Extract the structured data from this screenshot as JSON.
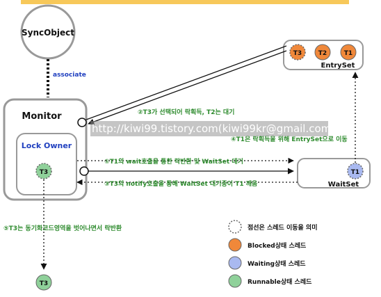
{
  "nodes": {
    "sync_object": "SyncObject",
    "monitor": "Monitor",
    "lock_owner": "Lock Owner",
    "owner_thread": "T3",
    "entry_set": "EntrySet",
    "wait_set": "WaitSet",
    "entry_threads": [
      "T3",
      "T2",
      "T1"
    ],
    "wait_thread": "T1",
    "released_thread": "T3"
  },
  "edges": {
    "associate": "associate",
    "step2": "②T3가 선택되어 락획득, T2는 대기",
    "step1": "①T1의 wait호출을 통한 락반환 및 WaitSet 대기",
    "step3": "③T3의 notify호출을 통해 WaitSet 대기중이 T1 깨움",
    "step4": "④T1은 락획득을 위해 EntrySet으로 이동",
    "step5": "⑤T3는 동기화코드영역을 벗어나면서 락반환"
  },
  "legend": [
    {
      "label": "점선은 스레드 이동을 의미",
      "color": "#ffffff",
      "dashed": true
    },
    {
      "label": "Blocked상태 스레드",
      "color": "#f0883a",
      "dashed": false
    },
    {
      "label": "Waiting상태 스레드",
      "color": "#a9b9f0",
      "dashed": false
    },
    {
      "label": "Runnable상태 스레드",
      "color": "#8fd19a",
      "dashed": false
    }
  ],
  "colors": {
    "blocked": "#f0883a",
    "waiting": "#a9b9f0",
    "runnable": "#8fd19a",
    "top_bar": "#f7c85a",
    "green_text": "#2e8b2e",
    "blue_text": "#1f3fbf"
  },
  "watermark": "http://kiwi99.tistory.com(kiwi99kr@gmail.com)"
}
